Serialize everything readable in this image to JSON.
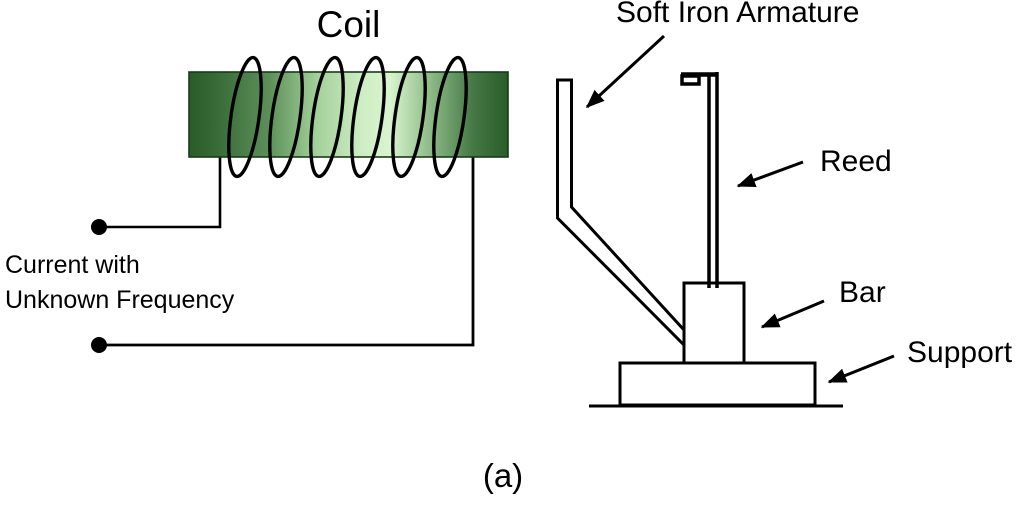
{
  "diagram": {
    "caption": "(a)",
    "coil": {
      "label": "Coil",
      "turns": 6,
      "source_label_line1": "Current with",
      "source_label_line2": "Unknown Frequency"
    },
    "reed_assembly": {
      "armature_label": "Soft Iron Armature",
      "reed_label": "Reed",
      "bar_label": "Bar",
      "support_label": "Support"
    },
    "colors": {
      "coil_dark": "#2a5c2a",
      "coil_light": "#d9f4ce",
      "line": "#000000",
      "background": "#ffffff"
    }
  }
}
